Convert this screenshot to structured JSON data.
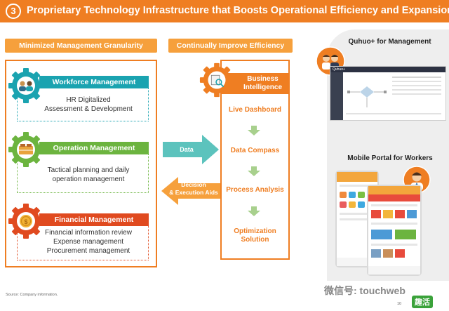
{
  "title": {
    "number": "3",
    "text": "Proprietary Technology Infrastructure that Boosts Operational Efficiency and Expansion"
  },
  "left_section": {
    "header": "Minimized Management Granularity",
    "cards": [
      {
        "title": "Workforce Management",
        "lines": [
          "HR Digitalized",
          "Assessment & Development"
        ],
        "color": "#1aa3b0",
        "icon": "workforce-gear-icon"
      },
      {
        "title": "Operation Management",
        "lines": [
          "Tactical planning and daily",
          "operation management"
        ],
        "color": "#6cb43f",
        "icon": "operation-gear-icon"
      },
      {
        "title": "Financial Management",
        "lines": [
          "Financial information review",
          "Expense management",
          "Procurement management"
        ],
        "color": "#e04a1f",
        "icon": "financial-gear-icon"
      }
    ]
  },
  "middle_section": {
    "header": "Continually Improve Efficiency",
    "arrow_right": "Data",
    "arrow_left": [
      "Decision",
      "& Execution Aids"
    ],
    "bi_title": [
      "Business",
      "Intelligence"
    ],
    "steps": [
      "Live Dashboard",
      "Data Compass",
      "Process Analysis"
    ],
    "final_step": [
      "Optimization",
      "Solution"
    ]
  },
  "right_section": {
    "management_title": "Quhuo+ for Management",
    "app_name": "Quhuo+",
    "workers_title": "Mobile Portal for Workers"
  },
  "footer": {
    "source": "Source: Company information.",
    "page": "10",
    "watermark": "微信号: touchweb",
    "brand": "趣活"
  },
  "colors": {
    "accent": "#ef7e22",
    "header": "#f6a03c",
    "teal": "#1aa3b0",
    "green": "#6cb43f",
    "red": "#e04a1f",
    "arrow_teal": "#5cc3bd",
    "arrow_orange": "#f6a03c"
  }
}
